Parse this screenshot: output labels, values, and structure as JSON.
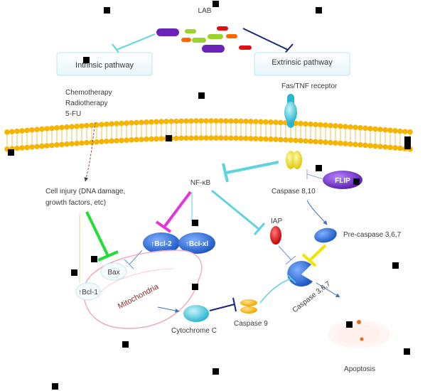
{
  "labels": {
    "lab": "LAB",
    "intrinsic": "Intrinsic pathway",
    "extrinsic": "Extrinsic pathway",
    "receptor": "Fas/TNF receptor",
    "chemo1": "Chemotherapy",
    "chemo2": "Radiotherapy",
    "chemo3": "5-FU",
    "nfkb": "NF-κB",
    "flip": "FLIP",
    "caspase810": "Caspase 8,10",
    "injury1": "Cell injury (DNA damage,",
    "injury2": "growth factors, etc)",
    "bcl2": "↑Bcl-2",
    "bclxl": "↑Bcl-xl",
    "iap": "IAP",
    "precaspase": "Pre-caspase 3,6,7",
    "bax": "Bax",
    "bcl1": "↑Bcl-1",
    "mitochondria": "Mitochondria",
    "caspase367": "Caspase 3,6,7",
    "caspase9": "Caspase 9",
    "cytochrome": "Cytochrome C",
    "apoptosis": "Apoptosis"
  },
  "colors": {
    "membrane": "#f4b400",
    "cyan": "#5fd3e0",
    "blue_navy": "#1a237e",
    "magenta": "#e535d8",
    "green": "#22dd33",
    "yellow": "#f2e600",
    "purple": "#7e2fcf",
    "red": "#e01010",
    "bcl_blue": "#2c6fd6"
  },
  "icons": [
    "lab-bacteria-icon",
    "receptor-icon",
    "caspase-8-10-icon",
    "flip-icon",
    "iap-icon",
    "pre-caspase-icon",
    "caspase-3-6-7-icon",
    "caspase-9-icon",
    "cytochrome-c-icon",
    "mitochondria-icon",
    "apoptosis-cell-icon"
  ]
}
